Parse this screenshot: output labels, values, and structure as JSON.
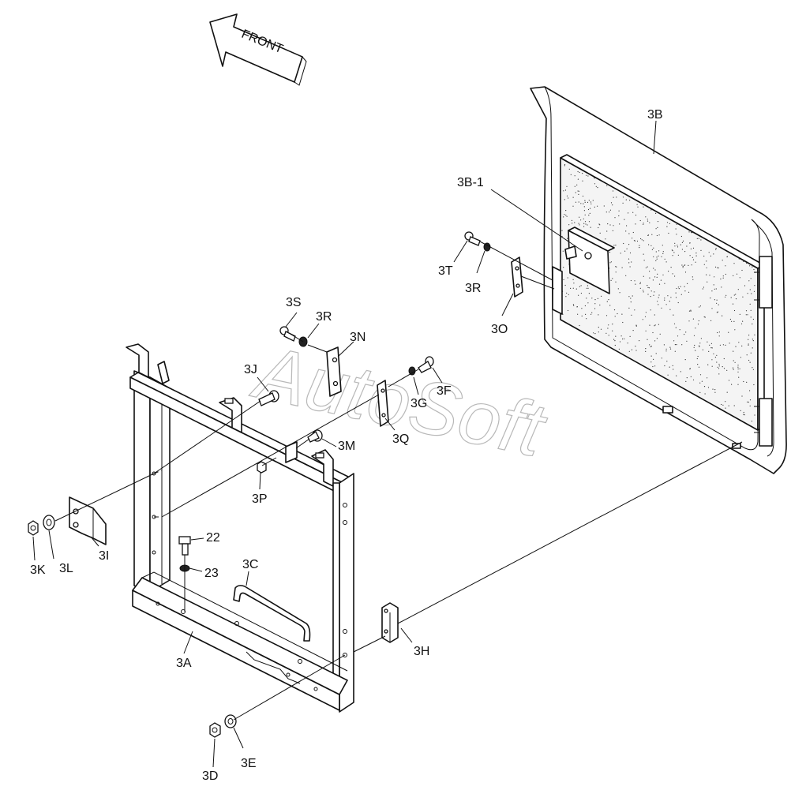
{
  "front_arrow": {
    "text": "FRONT"
  },
  "watermark": {
    "text": "AutoSoft"
  },
  "labels": {
    "3B": "3B",
    "3B-1": "3B-1",
    "3T": "3T",
    "3R_right": "3R",
    "3O": "3O",
    "3S": "3S",
    "3R_left": "3R",
    "3N": "3N",
    "3J": "3J",
    "3G": "3G",
    "3F": "3F",
    "3Q": "3Q",
    "3M": "3M",
    "3P": "3P",
    "3K": "3K",
    "3L": "3L",
    "3I": "3I",
    "22": "22",
    "23": "23",
    "3C": "3C",
    "3A": "3A",
    "3H": "3H",
    "3D": "3D",
    "3E": "3E"
  }
}
